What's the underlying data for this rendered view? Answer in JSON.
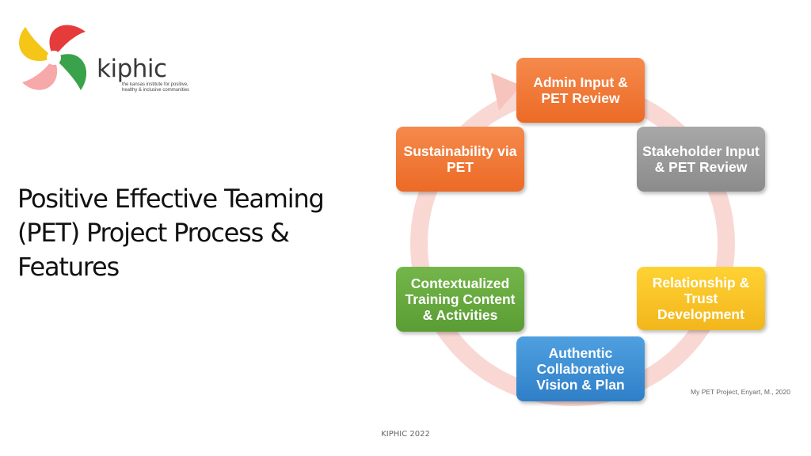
{
  "logo": {
    "word": "kiphic",
    "tagline": "the kansas institute for positive, healthy & inclusive communities",
    "colors": [
      "#e63b3b",
      "#f5c518",
      "#3aa24a",
      "#f7a8a8"
    ]
  },
  "slide": {
    "title": "Positive Effective Teaming (PET) Project Process & Features"
  },
  "cycle": {
    "ring_color": "#f6c9c4",
    "steps": [
      {
        "label": "Admin Input & PET Review",
        "color": "#ee6f2c"
      },
      {
        "label": "Stakeholder Input & PET Review",
        "color": "#999999"
      },
      {
        "label": "Relationship & Trust Development",
        "color": "#f6c223"
      },
      {
        "label": "Authentic Collaborative Vision & Plan",
        "color": "#3a8bd2"
      },
      {
        "label": "Contextualized Training Content & Activities",
        "color": "#65a83e"
      },
      {
        "label": "Sustainability via PET",
        "color": "#ee6f2c"
      }
    ]
  },
  "citation": "My PET Project, Enyart, M., 2020",
  "footer": "KIPHIC 2022"
}
